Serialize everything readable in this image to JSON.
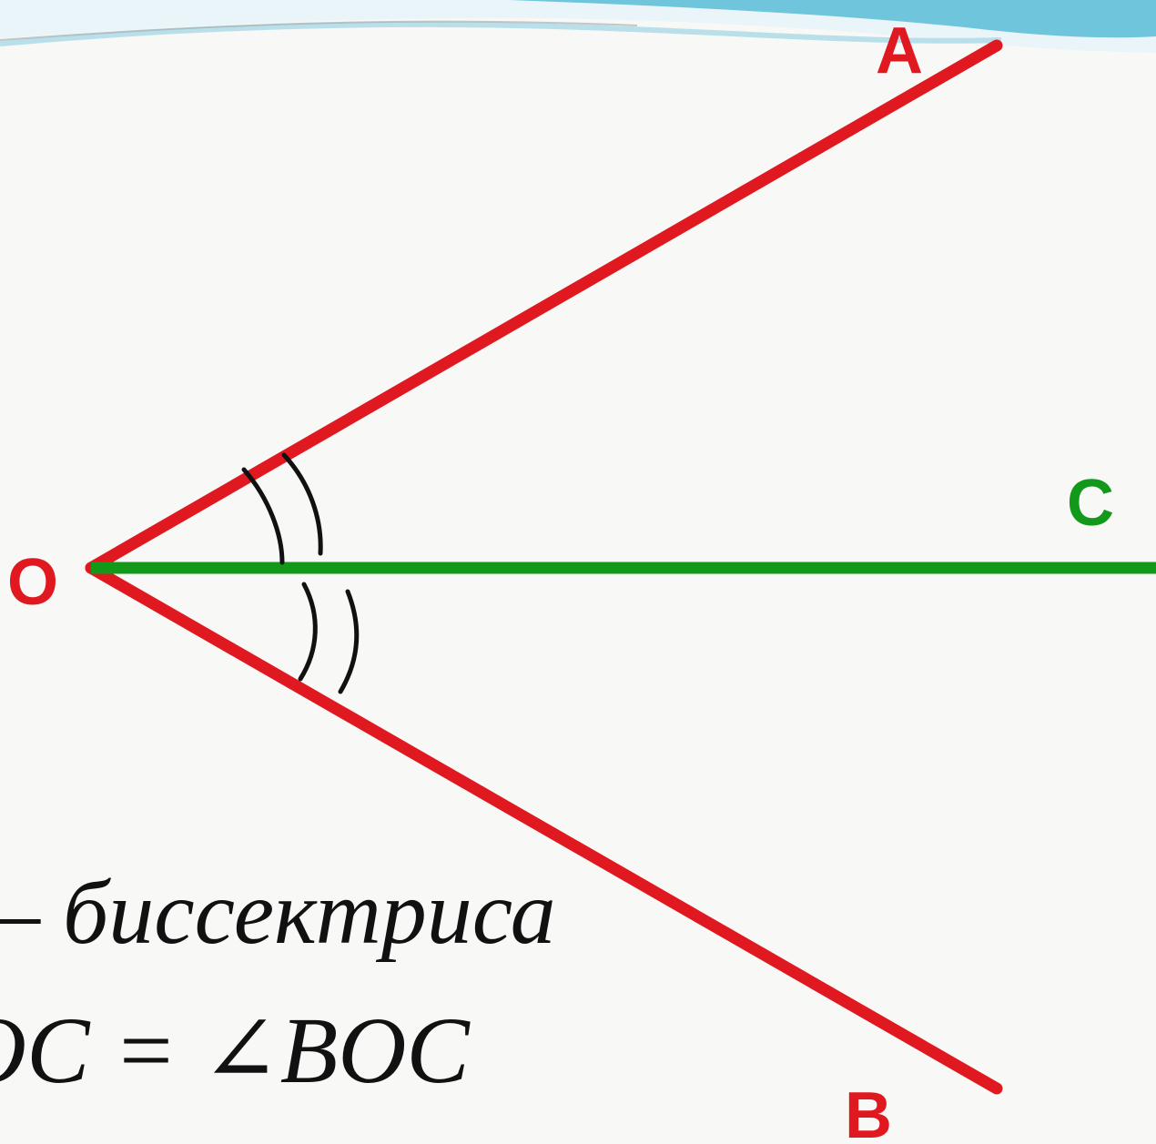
{
  "colors": {
    "ray_red": "#e01820",
    "bisector_green": "#12991a",
    "arc_black": "#111111",
    "banner_blue": "#6fc6dc",
    "background": "#f8f8f6"
  },
  "labels": {
    "point_a": "A",
    "point_b": "B",
    "point_c": "C",
    "point_o": "O"
  },
  "captions": {
    "line1": "– биссектриса",
    "line2": "OC = ∠BOC"
  }
}
